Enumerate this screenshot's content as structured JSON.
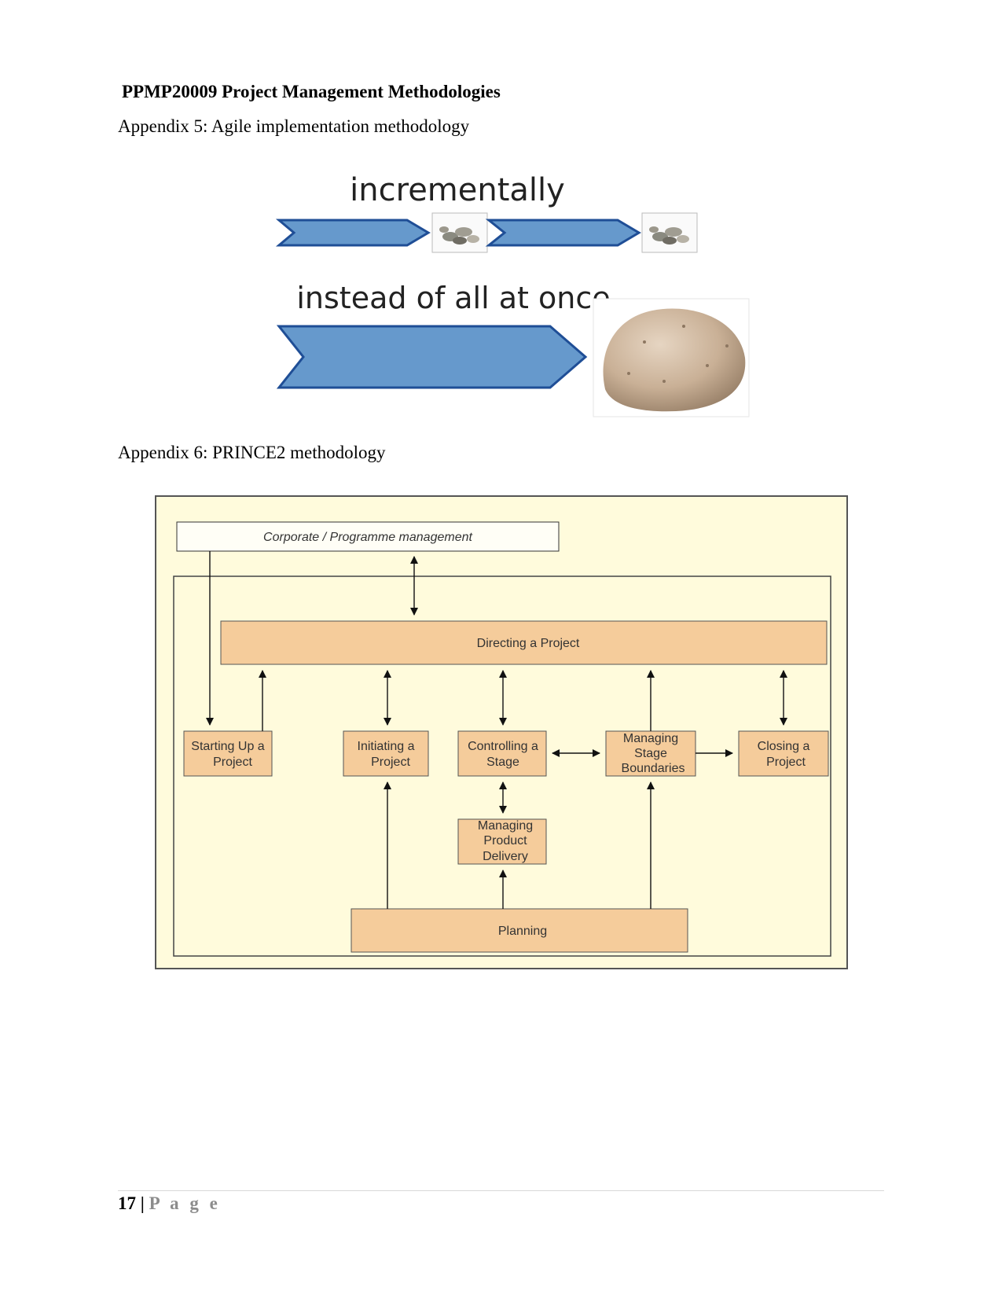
{
  "header": {
    "course_title": "PPMP20009 Project Management Methodologies"
  },
  "appendix5": {
    "caption": "Appendix 5: Agile implementation methodology",
    "label_top": "incrementally",
    "label_bottom": "instead of all at once"
  },
  "appendix6": {
    "caption": "Appendix 6: PRINCE2 methodology",
    "diagram": {
      "corporate": "Corporate / Programme management",
      "directing": "Directing a Project",
      "starting_up": [
        "Starting Up a",
        "Project"
      ],
      "initiating": [
        "Initiating a",
        "Project"
      ],
      "controlling": [
        "Controlling a",
        "Stage"
      ],
      "managing_stage": [
        "Managing",
        "Stage",
        "Boundaries"
      ],
      "closing": [
        "Closing a",
        "Project"
      ],
      "managing_product": [
        "Managing",
        "Product",
        "Delivery"
      ],
      "planning": "Planning"
    }
  },
  "footer": {
    "page_number": "17",
    "separator": " | ",
    "page_word": "P a g e"
  },
  "colors": {
    "arrow_fill": "#6699cc",
    "arrow_stroke": "#1f4e96",
    "diagram_bg": "#fffbdc",
    "process_box": "#f5cc9b"
  }
}
